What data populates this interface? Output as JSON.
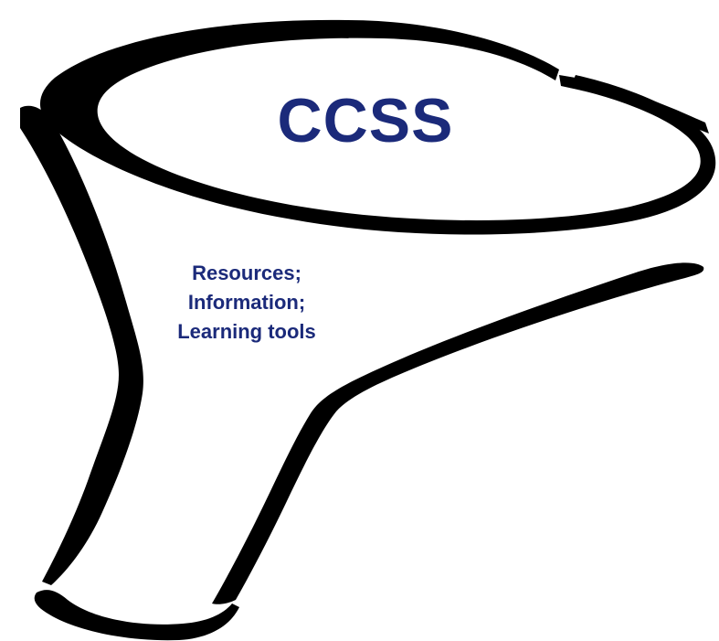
{
  "diagram": {
    "title": "CCSS",
    "lines": [
      "Resources;",
      "Information;",
      "Learning tools"
    ]
  },
  "colors": {
    "text": "#1b2a7a",
    "stroke": "#000000",
    "background": "#ffffff"
  },
  "icons": {
    "funnel": "funnel-icon"
  }
}
